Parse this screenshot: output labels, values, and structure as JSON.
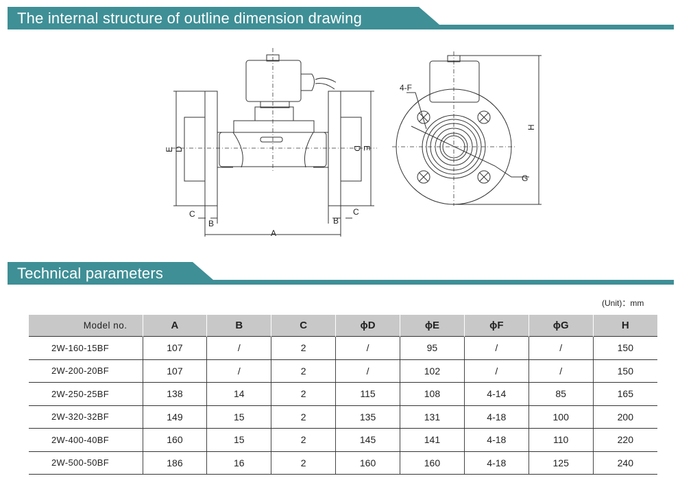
{
  "sections": {
    "drawing_title": "The internal structure of outline dimension drawing",
    "params_title": "Technical parameters"
  },
  "drawing_labels": {
    "A": "A",
    "B": "B",
    "C": "C",
    "D": "D",
    "E": "E",
    "F": "4-F",
    "G": "G",
    "H": "H"
  },
  "unit_note": "(Unit)：mm",
  "table": {
    "headers": [
      "Model no.",
      "A",
      "B",
      "C",
      "ϕD",
      "ϕE",
      "ϕF",
      "ϕG",
      "H"
    ],
    "rows": [
      [
        "2W-160-15BF",
        "107",
        "/",
        "2",
        "/",
        "95",
        "/",
        "/",
        "150"
      ],
      [
        "2W-200-20BF",
        "107",
        "/",
        "2",
        "/",
        "102",
        "/",
        "/",
        "150"
      ],
      [
        "2W-250-25BF",
        "138",
        "14",
        "2",
        "115",
        "108",
        "4-14",
        "85",
        "165"
      ],
      [
        "2W-320-32BF",
        "149",
        "15",
        "2",
        "135",
        "131",
        "4-18",
        "100",
        "200"
      ],
      [
        "2W-400-40BF",
        "160",
        "15",
        "2",
        "145",
        "141",
        "4-18",
        "110",
        "220"
      ],
      [
        "2W-500-50BF",
        "186",
        "16",
        "2",
        "160",
        "160",
        "4-18",
        "125",
        "240"
      ]
    ]
  },
  "colors": {
    "banner": "#3f8f96",
    "header_bg": "#c8c8c8"
  }
}
